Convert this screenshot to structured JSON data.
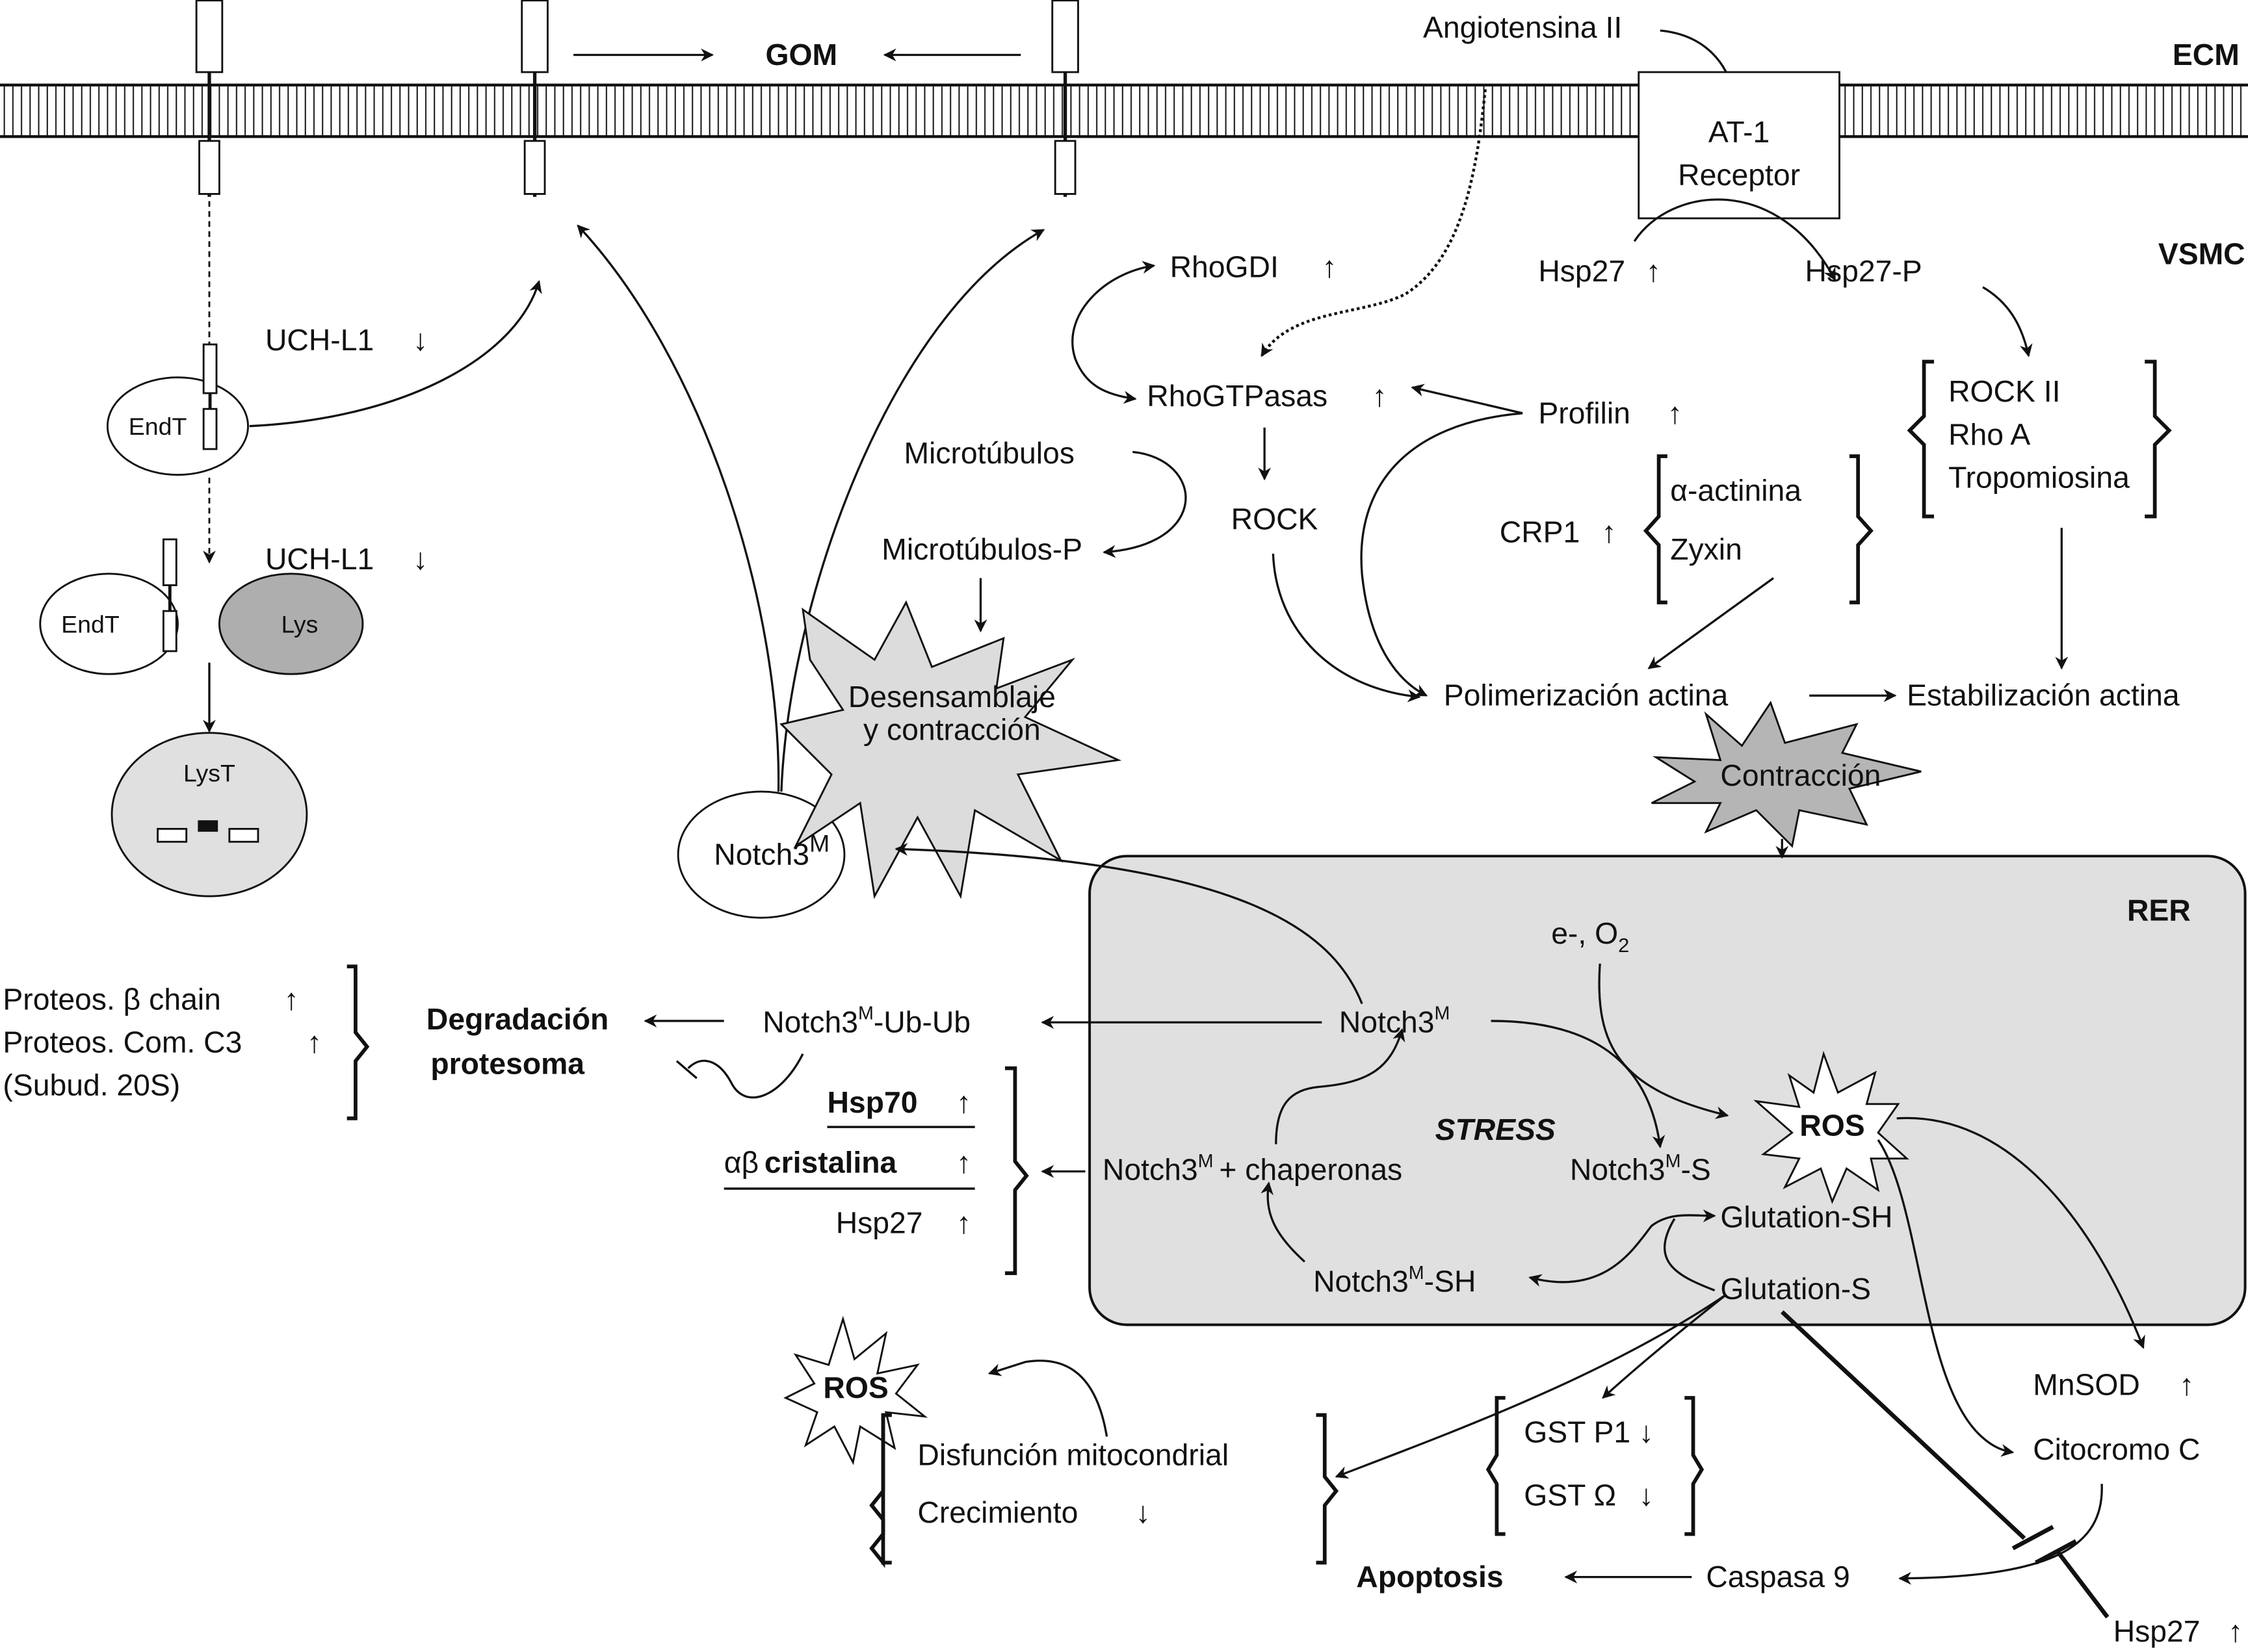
{
  "regions": {
    "ecm": "ECM",
    "vsmc": "VSMC",
    "rer": "RER"
  },
  "membrane": {
    "gom": "GOM",
    "receptor_line1": "AT-1",
    "receptor_line2": "Receptor",
    "ligand": "Angiotensina II"
  },
  "endocytosis": {
    "uchl1_a": "UCH-L1",
    "uchl1_b": "UCH-L1",
    "endt_a": "EndT",
    "endt_b": "EndT",
    "lys": "Lys",
    "lyst": "LysT",
    "notch3m_cyto": "Notch3",
    "sup_m": "M"
  },
  "cytoskeleton": {
    "rhogdi": "RhoGDI",
    "rhogtpasas": "RhoGTPasas",
    "rock": "ROCK",
    "microtubulos": "Microtúbulos",
    "microtubulos_p": "Microtúbulos-P",
    "desensamblaje_1": "Desensamblaje",
    "desensamblaje_2": "y contracción",
    "profilin": "Profilin",
    "crp1": "CRP1",
    "alpha_actinina": "α-actinina",
    "zyxin": "Zyxin",
    "hsp27": "Hsp27",
    "hsp27p": "Hsp27-P",
    "rock2": "ROCK II",
    "rhoa": "Rho A",
    "tropomiosina": "Tropomiosina",
    "polimerizacion": "Polimerización actina",
    "estabilizacion": "Estabilización actina",
    "contraccion": "Contracción"
  },
  "proteasome": {
    "beta_chain": "Proteos. β chain",
    "com_c3": "Proteos. Com. C3",
    "subud": "(Subud. 20S)",
    "degradacion_1": "Degradación",
    "degradacion_2": "protesoma",
    "ubub_prefix": "Notch3",
    "ubub_suffix": "-Ub-Ub",
    "hsp70": "Hsp70",
    "ab_cristalina_greek": "αβ",
    "ab_cristalina": "cristalina",
    "hsp27": "Hsp27"
  },
  "er": {
    "electrons": "e-, O",
    "o2_sub": "2",
    "notch3m": "Notch3",
    "stress": "STRESS",
    "chaperonas": "+ chaperonas",
    "notch3m_s_suffix": "-S",
    "notch3m_sh_suffix": "-SH",
    "ros": "ROS",
    "glutation_sh": "Glutation-SH",
    "glutation_s": "Glutation-S"
  },
  "outcomes": {
    "ros": "ROS",
    "disfuncion": "Disfunción mitocondrial",
    "crecimiento": "Crecimiento",
    "gstp1": "GST P1",
    "gstomega": "GST Ω",
    "apoptosis": "Apoptosis",
    "caspasa9": "Caspasa 9",
    "mnsod": "MnSOD",
    "citocromo": "Citocromo C",
    "hsp27": "Hsp27"
  },
  "indicators": {
    "up": "↑",
    "down": "↓"
  }
}
